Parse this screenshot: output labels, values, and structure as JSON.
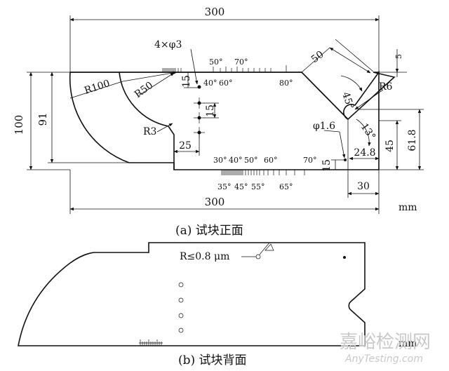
{
  "front": {
    "caption": "(a) 试块正面",
    "dims": {
      "top_width": "300",
      "bottom_width": "300",
      "height_100": "100",
      "height_91": "91",
      "holes": "4×φ3",
      "hole_pitch_top": "15",
      "hole_pitch": "15",
      "bottom_offset": "25",
      "r100": "R100",
      "r50": "R50",
      "r3": "R3",
      "r6": "R6",
      "chamfer": "50",
      "small5": "5",
      "angle45": "45°",
      "angle13": "13°",
      "phi16": "φ1.6",
      "d24_8": "24.8",
      "d45": "45",
      "d61_8": "61.8",
      "d15_bottom": "15",
      "d30": "30"
    },
    "top_scale_labels": [
      "50°",
      "70°",
      "40°",
      "60°",
      "80°"
    ],
    "bottom_scale_upper": [
      "30°",
      "40°",
      "50°",
      "60°",
      "70°"
    ],
    "bottom_scale_lower": [
      "35°",
      "45°",
      "55°",
      "65°"
    ],
    "unit": "mm"
  },
  "back": {
    "caption": "(b) 试块背面",
    "roughness": "R≤0.8 μm",
    "unit": "mm"
  },
  "watermark": {
    "cn": "嘉峪检测网",
    "url": "AnyTesting.com"
  }
}
